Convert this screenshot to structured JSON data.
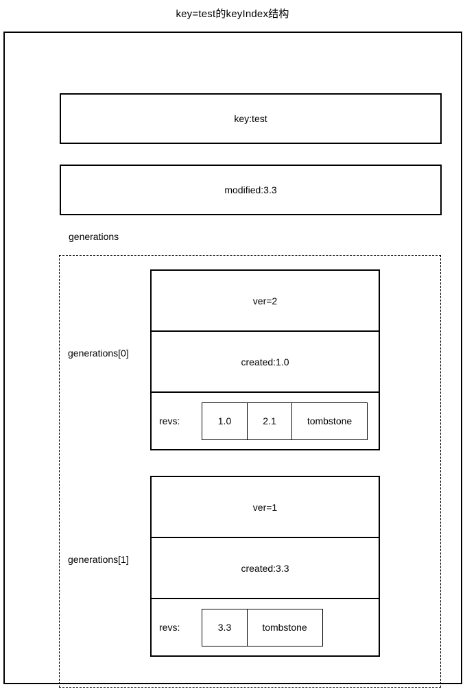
{
  "title": "key=test的keyIndex结构",
  "key_box": {
    "label": "key:test"
  },
  "modified_box": {
    "label": "modified:3.3"
  },
  "generations": {
    "label": "generations",
    "items": [
      {
        "label": "generations[0]",
        "ver": "ver=2",
        "created": "created:1.0",
        "revs_label": "revs:",
        "revs": [
          "1.0",
          "2.1",
          "tombstone"
        ]
      },
      {
        "label": "generations[1]",
        "ver": "ver=1",
        "created": "created:3.3",
        "revs_label": "revs:",
        "revs": [
          "3.3",
          "tombstone"
        ]
      }
    ]
  },
  "colors": {
    "line": "#000000",
    "text": "#000000",
    "background": "#ffffff"
  }
}
